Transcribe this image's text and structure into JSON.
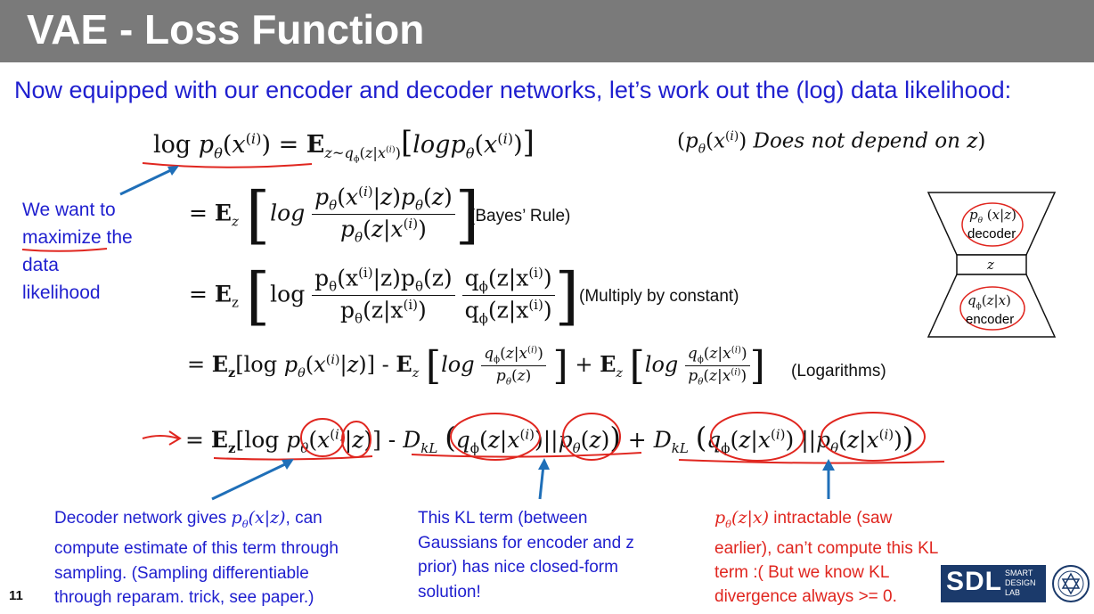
{
  "slide": {
    "title": "VAE - Loss Function",
    "intro": "Now equipped with our encoder and decoder networks, let’s work out the (log) data likelihood:",
    "page_number": "11"
  },
  "equations": {
    "line1": {
      "lhs": "log p",
      "eq": "=",
      "rhs_E": "E",
      "rhs_sub": "z~q",
      "rhs_body": "logp",
      "note": "Does not depend on z"
    },
    "line2": {
      "prefix": "= E",
      "log": "log",
      "num": "(x",
      "den": "(z|x",
      "note": "(Bayes’ Rule)"
    },
    "line3": {
      "prefix": "= E",
      "log": "log",
      "note": "(Multiply by constant)"
    },
    "line4": {
      "note": "(Logarithms)"
    },
    "line5": {
      "dkl": "D"
    }
  },
  "side_note": {
    "lines": [
      "We want to",
      "maximize the",
      "data",
      "likelihood"
    ]
  },
  "diagram": {
    "decoder_expr": "p",
    "decoder_label": "decoder",
    "z_label": "z",
    "encoder_expr": "q",
    "encoder_label": "encoder"
  },
  "bottom_notes": {
    "left": {
      "line1_pre": "Decoder network gives ",
      "line1_post": ", can",
      "line2": "compute estimate of this term through",
      "line3": "sampling. (Sampling differentiable",
      "line4": "through reparam. trick, see paper.)"
    },
    "middle": {
      "lines": [
        "This KL term (between",
        "Gaussians for encoder and z",
        "prior) has nice closed-form",
        "solution!"
      ]
    },
    "right": {
      "line1_post": " intractable (saw",
      "line2": "earlier), can’t compute this KL",
      "line3": "term :( But we know KL",
      "line4": "divergence always >= 0."
    }
  },
  "logo": {
    "letters": "SDL",
    "words": [
      "SMART",
      "DESIGN",
      "LAB"
    ]
  },
  "colors": {
    "title_bar": "#7a7a7a",
    "blue_text": "#1f1fcf",
    "red_ink": "#e0261f",
    "arrow_blue": "#1f6fb8",
    "logo_navy": "#1b3a6b"
  }
}
